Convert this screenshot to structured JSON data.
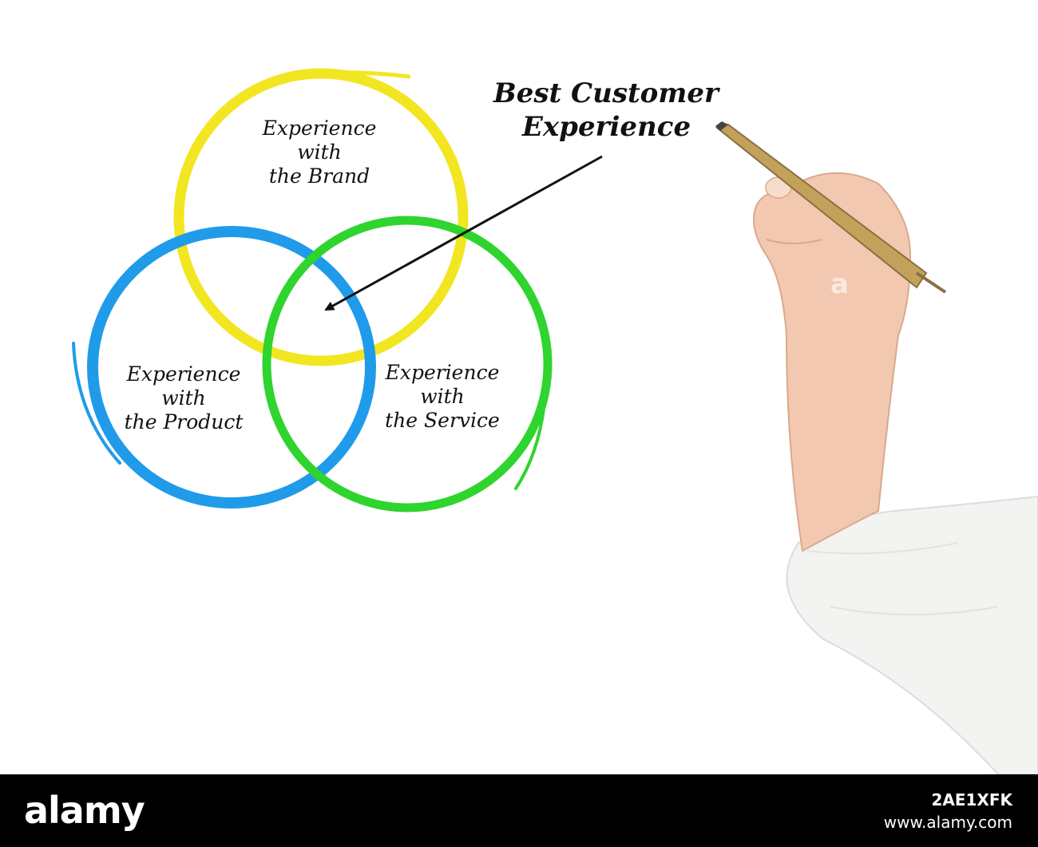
{
  "diagram": {
    "title": [
      "Best Customer",
      "Experience"
    ],
    "circles": [
      {
        "id": "brand",
        "color": "#f2e622",
        "lines": [
          "Experience",
          "with",
          "the Brand"
        ]
      },
      {
        "id": "product",
        "color": "#1f9bea",
        "lines": [
          "Experience",
          "with",
          "the Product"
        ]
      },
      {
        "id": "service",
        "color": "#2fd42f",
        "lines": [
          "Experience",
          "with",
          "the Service"
        ]
      }
    ]
  },
  "watermark": {
    "brand": "alamy",
    "image_id": "2AE1XFK",
    "url": "www.alamy.com"
  },
  "colors": {
    "arrow": "#111111",
    "pen": "#c2a25a",
    "sleeve": "#f3f3f1",
    "skin": "#f2c9b0"
  }
}
